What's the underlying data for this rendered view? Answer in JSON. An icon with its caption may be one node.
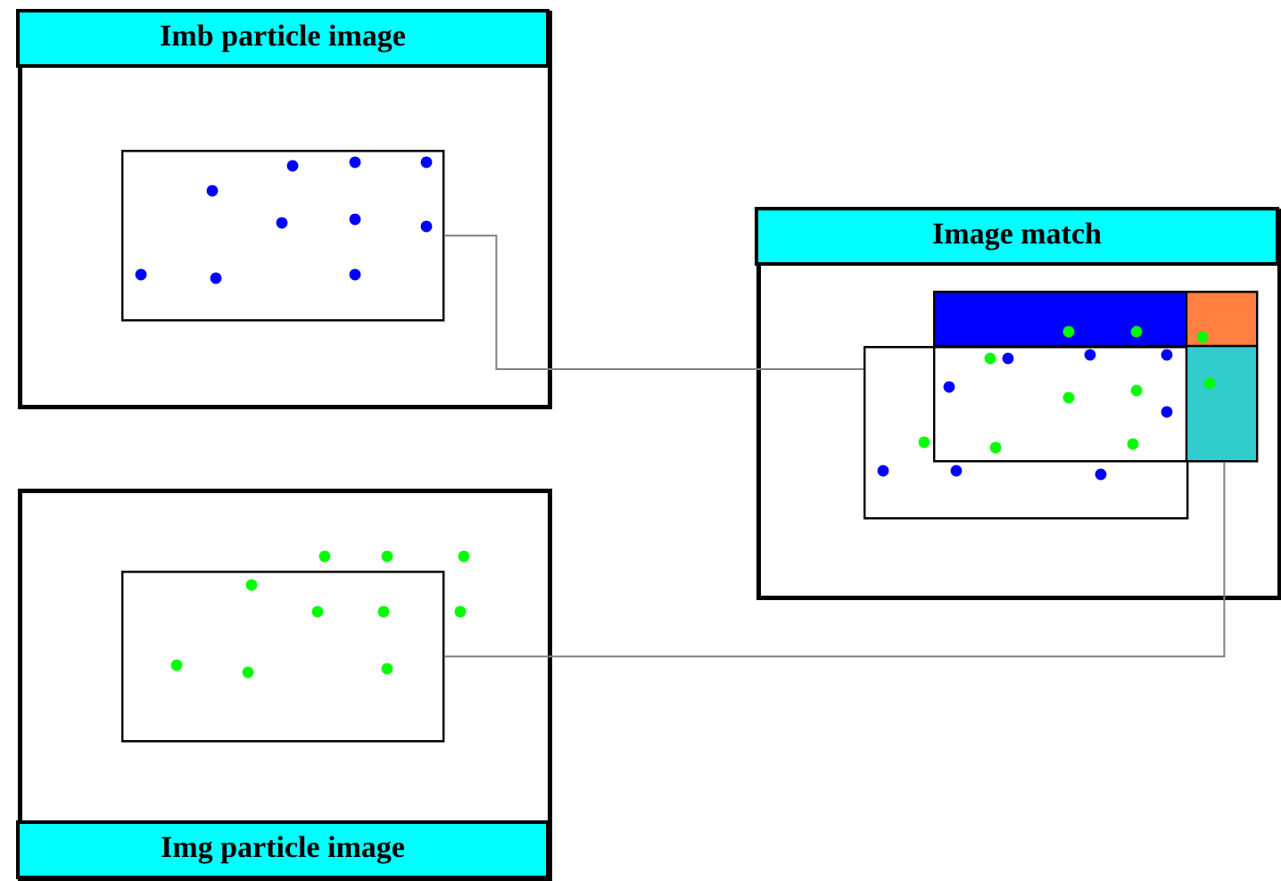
{
  "diagram": {
    "nodes": [
      {
        "text": [
          "Imb particle image"
        ]
      },
      {
        "text": [],
        "shape": "box",
        "in": 0
      },
      {
        "text": [
          "Img particle image"
        ]
      },
      {
        "text": [],
        "shape": "box",
        "in": 2
      },
      {
        "text": [
          "Image match"
        ]
      },
      {
        "text": [],
        "shape": "box",
        "in": 4
      },
      {
        "text": [],
        "shape": "box",
        "in": 4
      }
    ],
    "edges": [
      {
        "from": 1,
        "to": 5,
        "arrow": "none"
      },
      {
        "from": 3,
        "to": 6,
        "arrow": "none"
      }
    ]
  }
}
